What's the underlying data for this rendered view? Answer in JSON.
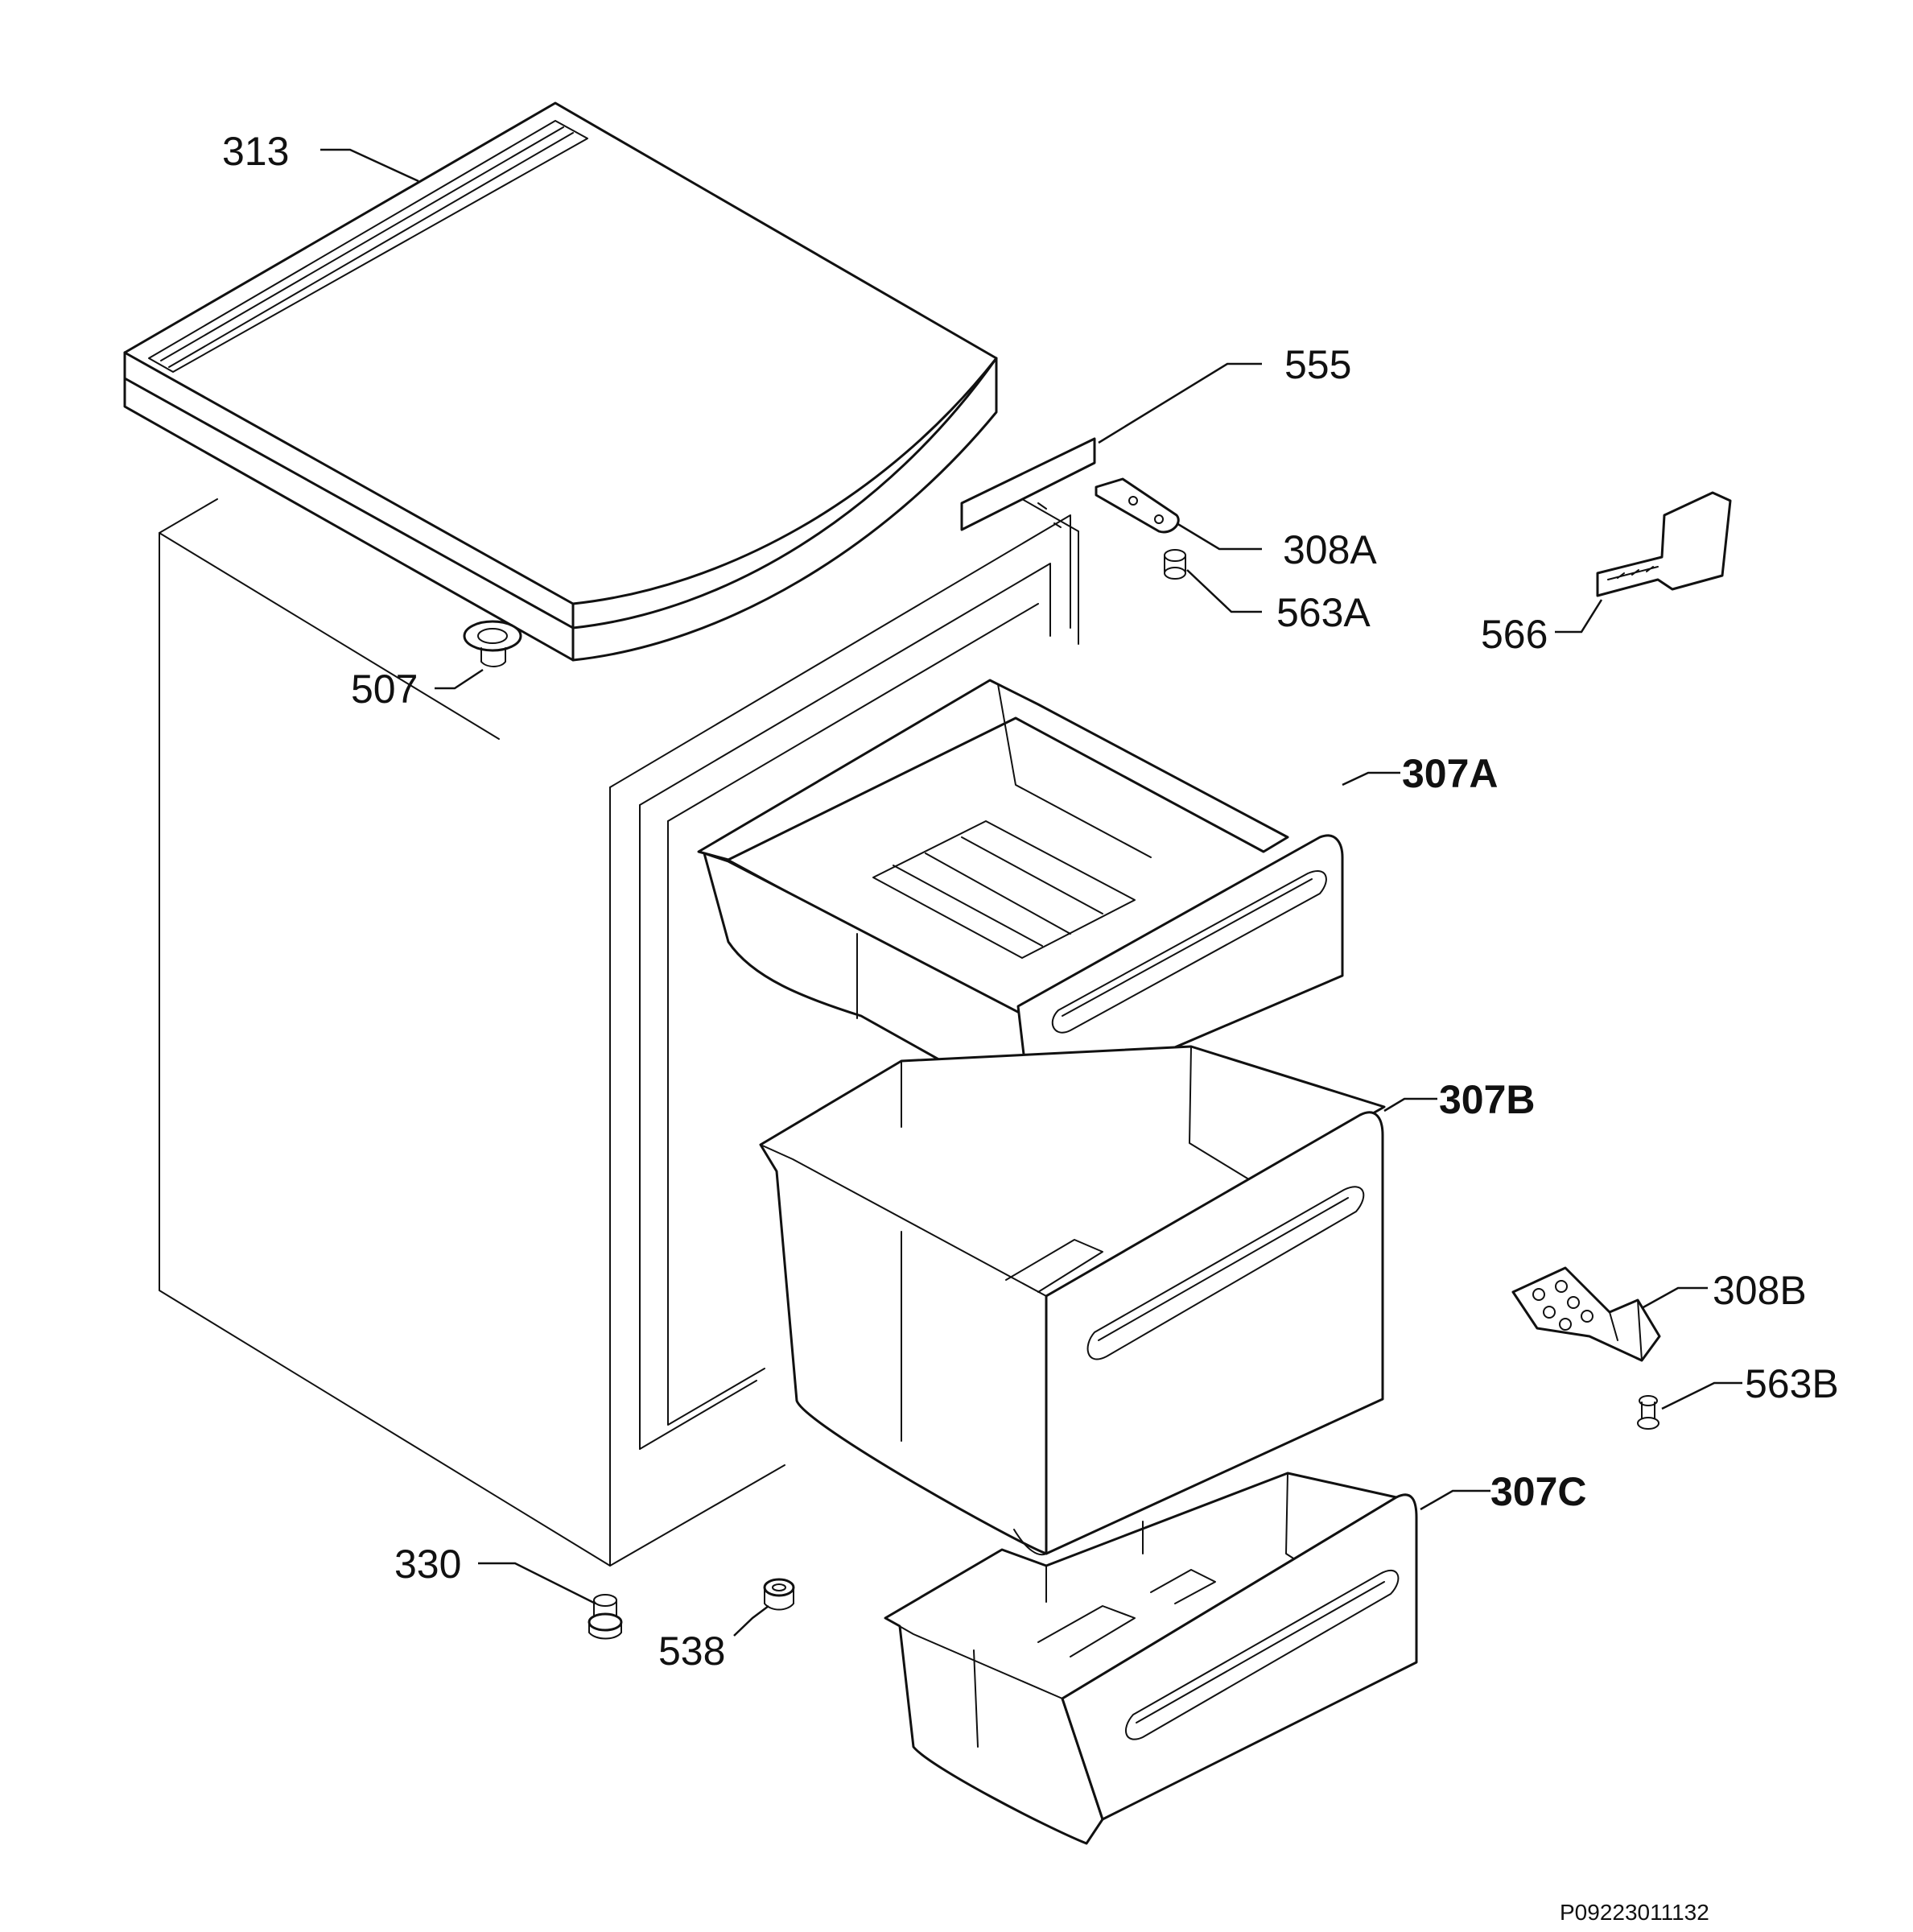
{
  "labels": {
    "top_cover": "313",
    "strip": "555",
    "hinge_top": "308A",
    "screw_top": "563A",
    "tool": "566",
    "plug": "507",
    "drawer_top": "307A",
    "drawer_middle": "307B",
    "drawer_bottom": "307C",
    "hinge_bottom": "308B",
    "screw_bottom": "563B",
    "foot": "330",
    "spacer": "538"
  },
  "reference_code": "P09223011132"
}
